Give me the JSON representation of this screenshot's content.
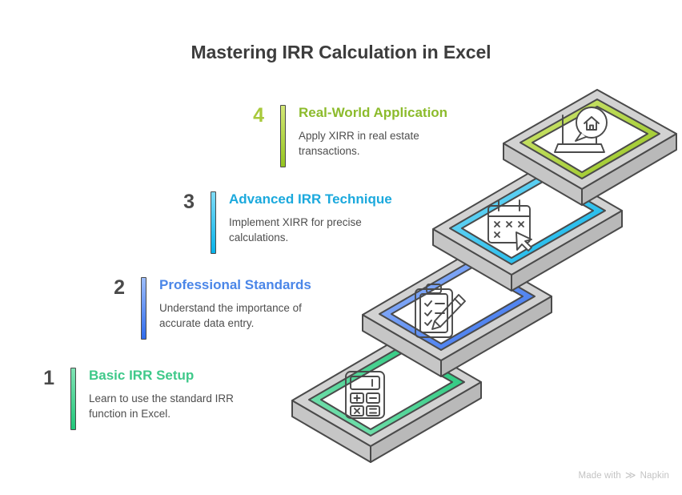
{
  "title": "Mastering IRR Calculation in Excel",
  "colors": {
    "title_text": "#3d3d3d",
    "body_text": "#4e4e4e",
    "outline": "#4a4a4a",
    "block_top": "#d2d2d2",
    "block_side_light": "#cfcfcf",
    "block_side_dark": "#b8b8b8",
    "watermark": "#c3c3c3"
  },
  "steps": [
    {
      "number": "1",
      "heading": "Basic IRR Setup",
      "description": "Learn to use the standard IRR function in Excel.",
      "color": "#4fd693",
      "color_dark": "#2fc77f",
      "icon": "calculator-icon"
    },
    {
      "number": "2",
      "heading": "Professional Standards",
      "description": "Understand the importance of accurate data entry.",
      "color": "#6a9bf7",
      "color_dark": "#3d74ef",
      "icon": "clipboard-checklist-pencil-icon"
    },
    {
      "number": "3",
      "heading": "Advanced IRR Technique",
      "description": "Implement XIRR for precise calculations.",
      "color": "#4fc9f2",
      "color_dark": "#12b5e8",
      "icon": "calendar-cursor-icon"
    },
    {
      "number": "4",
      "heading": "Real-World Application",
      "description": "Apply XIRR in real estate transactions.",
      "color": "#bedb4d",
      "color_dark": "#9ec72a",
      "icon": "laptop-house-bubble-icon"
    }
  ],
  "watermark": {
    "prefix": "Made with",
    "brand": "Napkin",
    "mark": "≫"
  }
}
